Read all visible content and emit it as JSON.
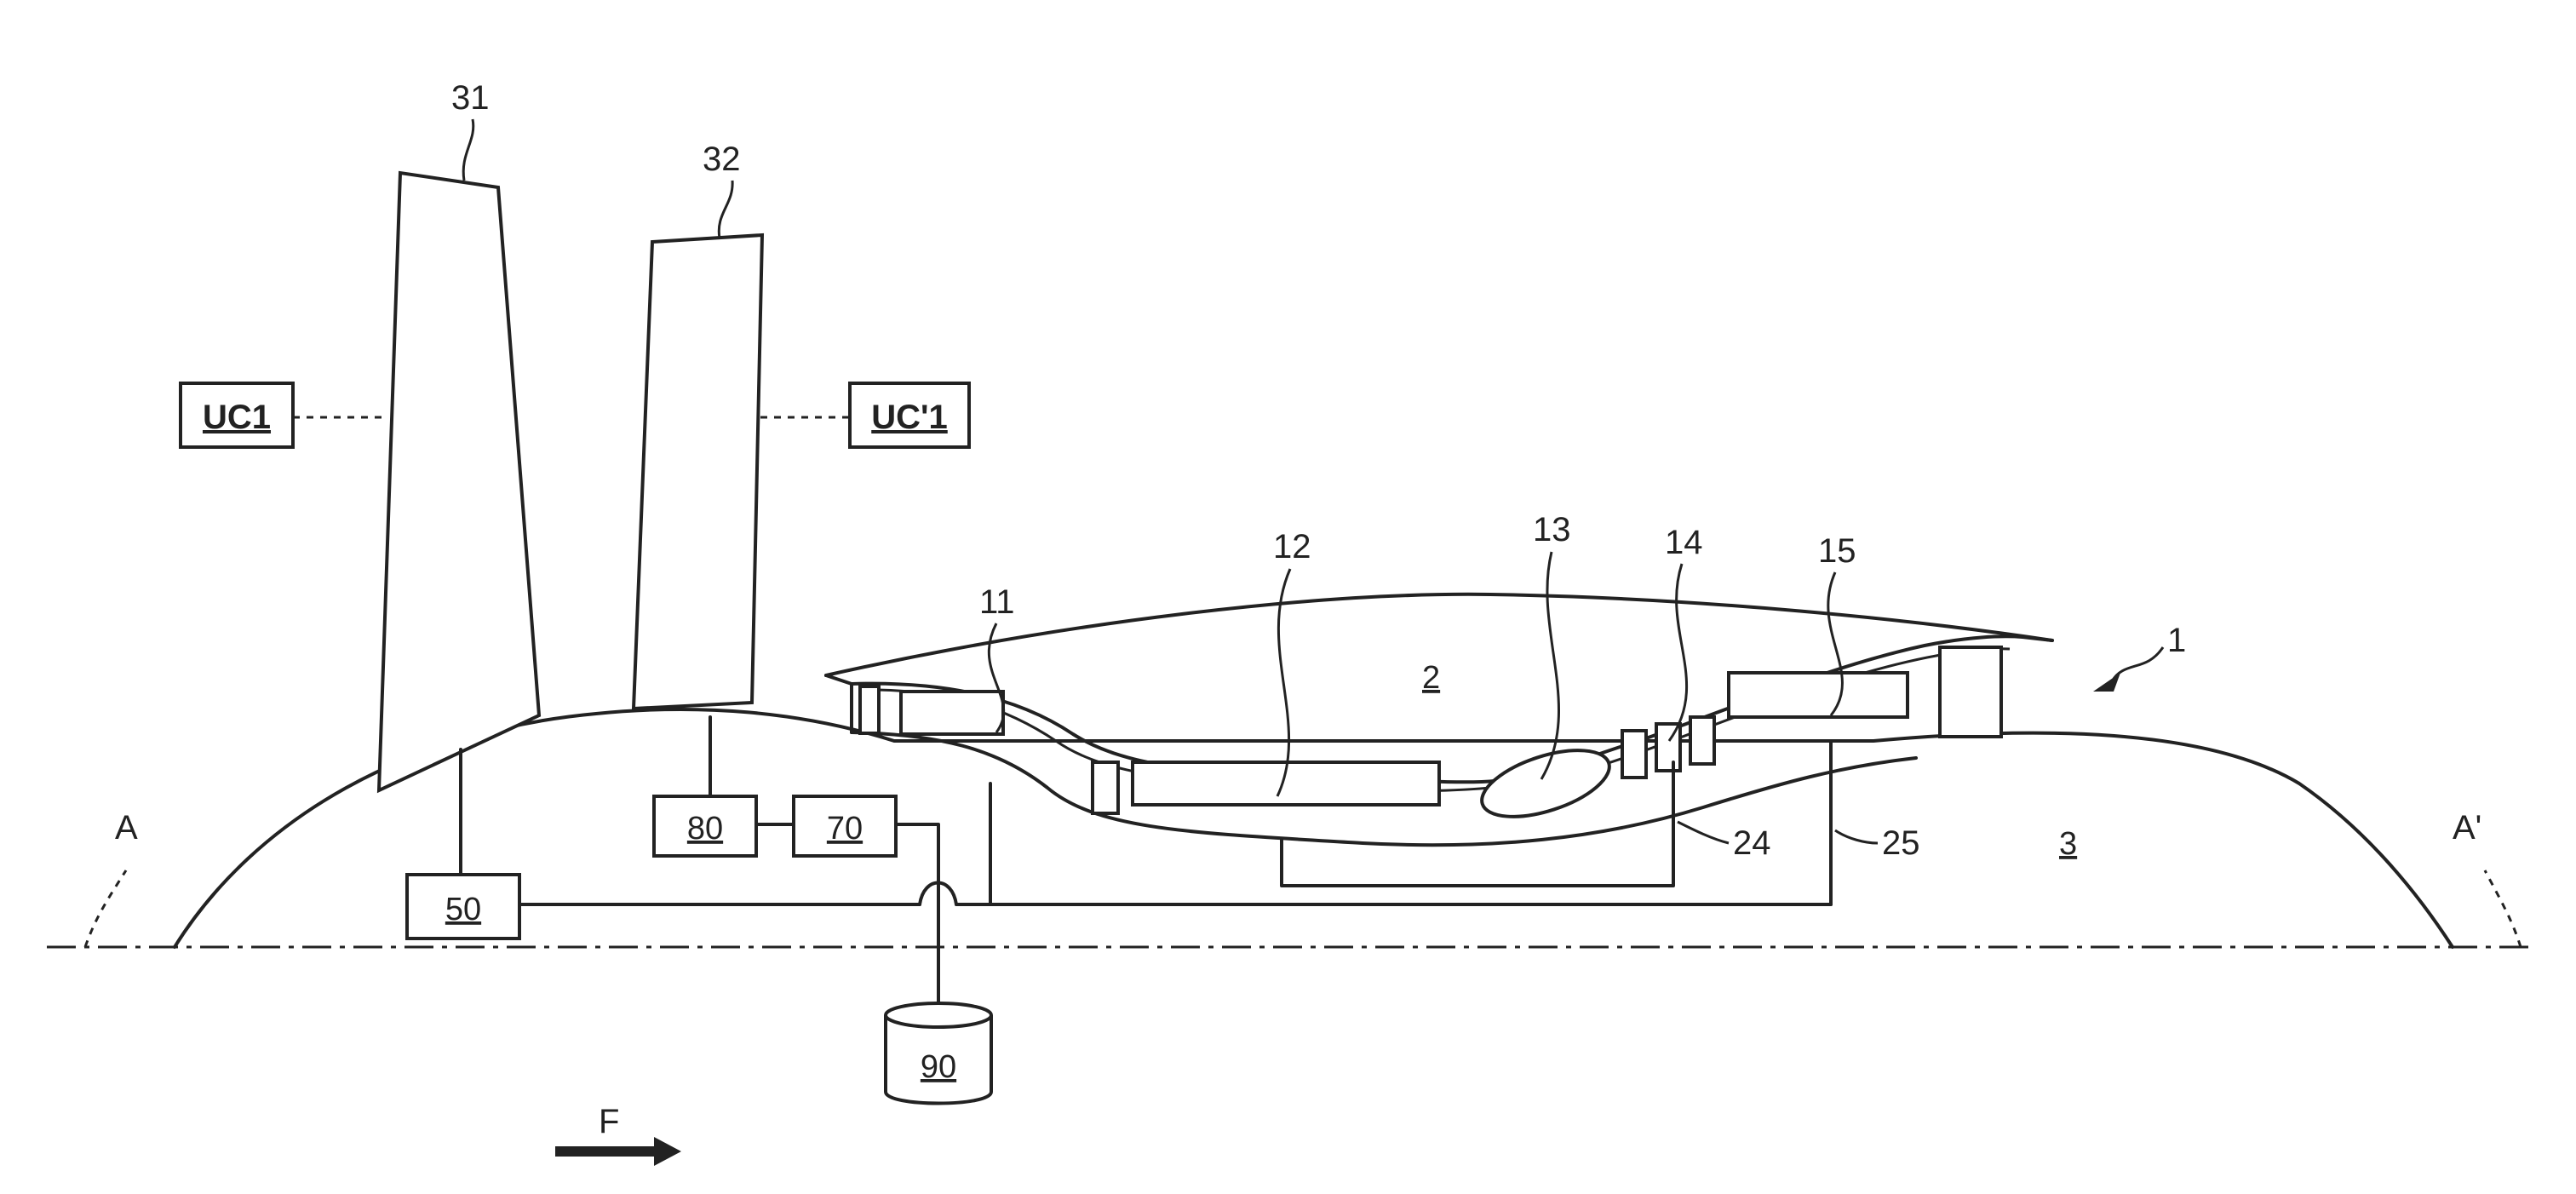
{
  "labels": {
    "rotor_front": "31",
    "rotor_rear": "32",
    "control_front": "UC1",
    "control_rear": "UC'1",
    "engine": "1",
    "nacelle_flow": "2",
    "core": "3",
    "stage_11": "11",
    "stage_12": "12",
    "stage_13": "13",
    "stage_14": "14",
    "stage_15": "15",
    "line_24": "24",
    "line_25": "25",
    "unit_50": "50",
    "unit_70": "70",
    "unit_80": "80",
    "tank_90": "90",
    "axis_start": "A",
    "axis_end": "A'",
    "flow_direction": "F"
  }
}
